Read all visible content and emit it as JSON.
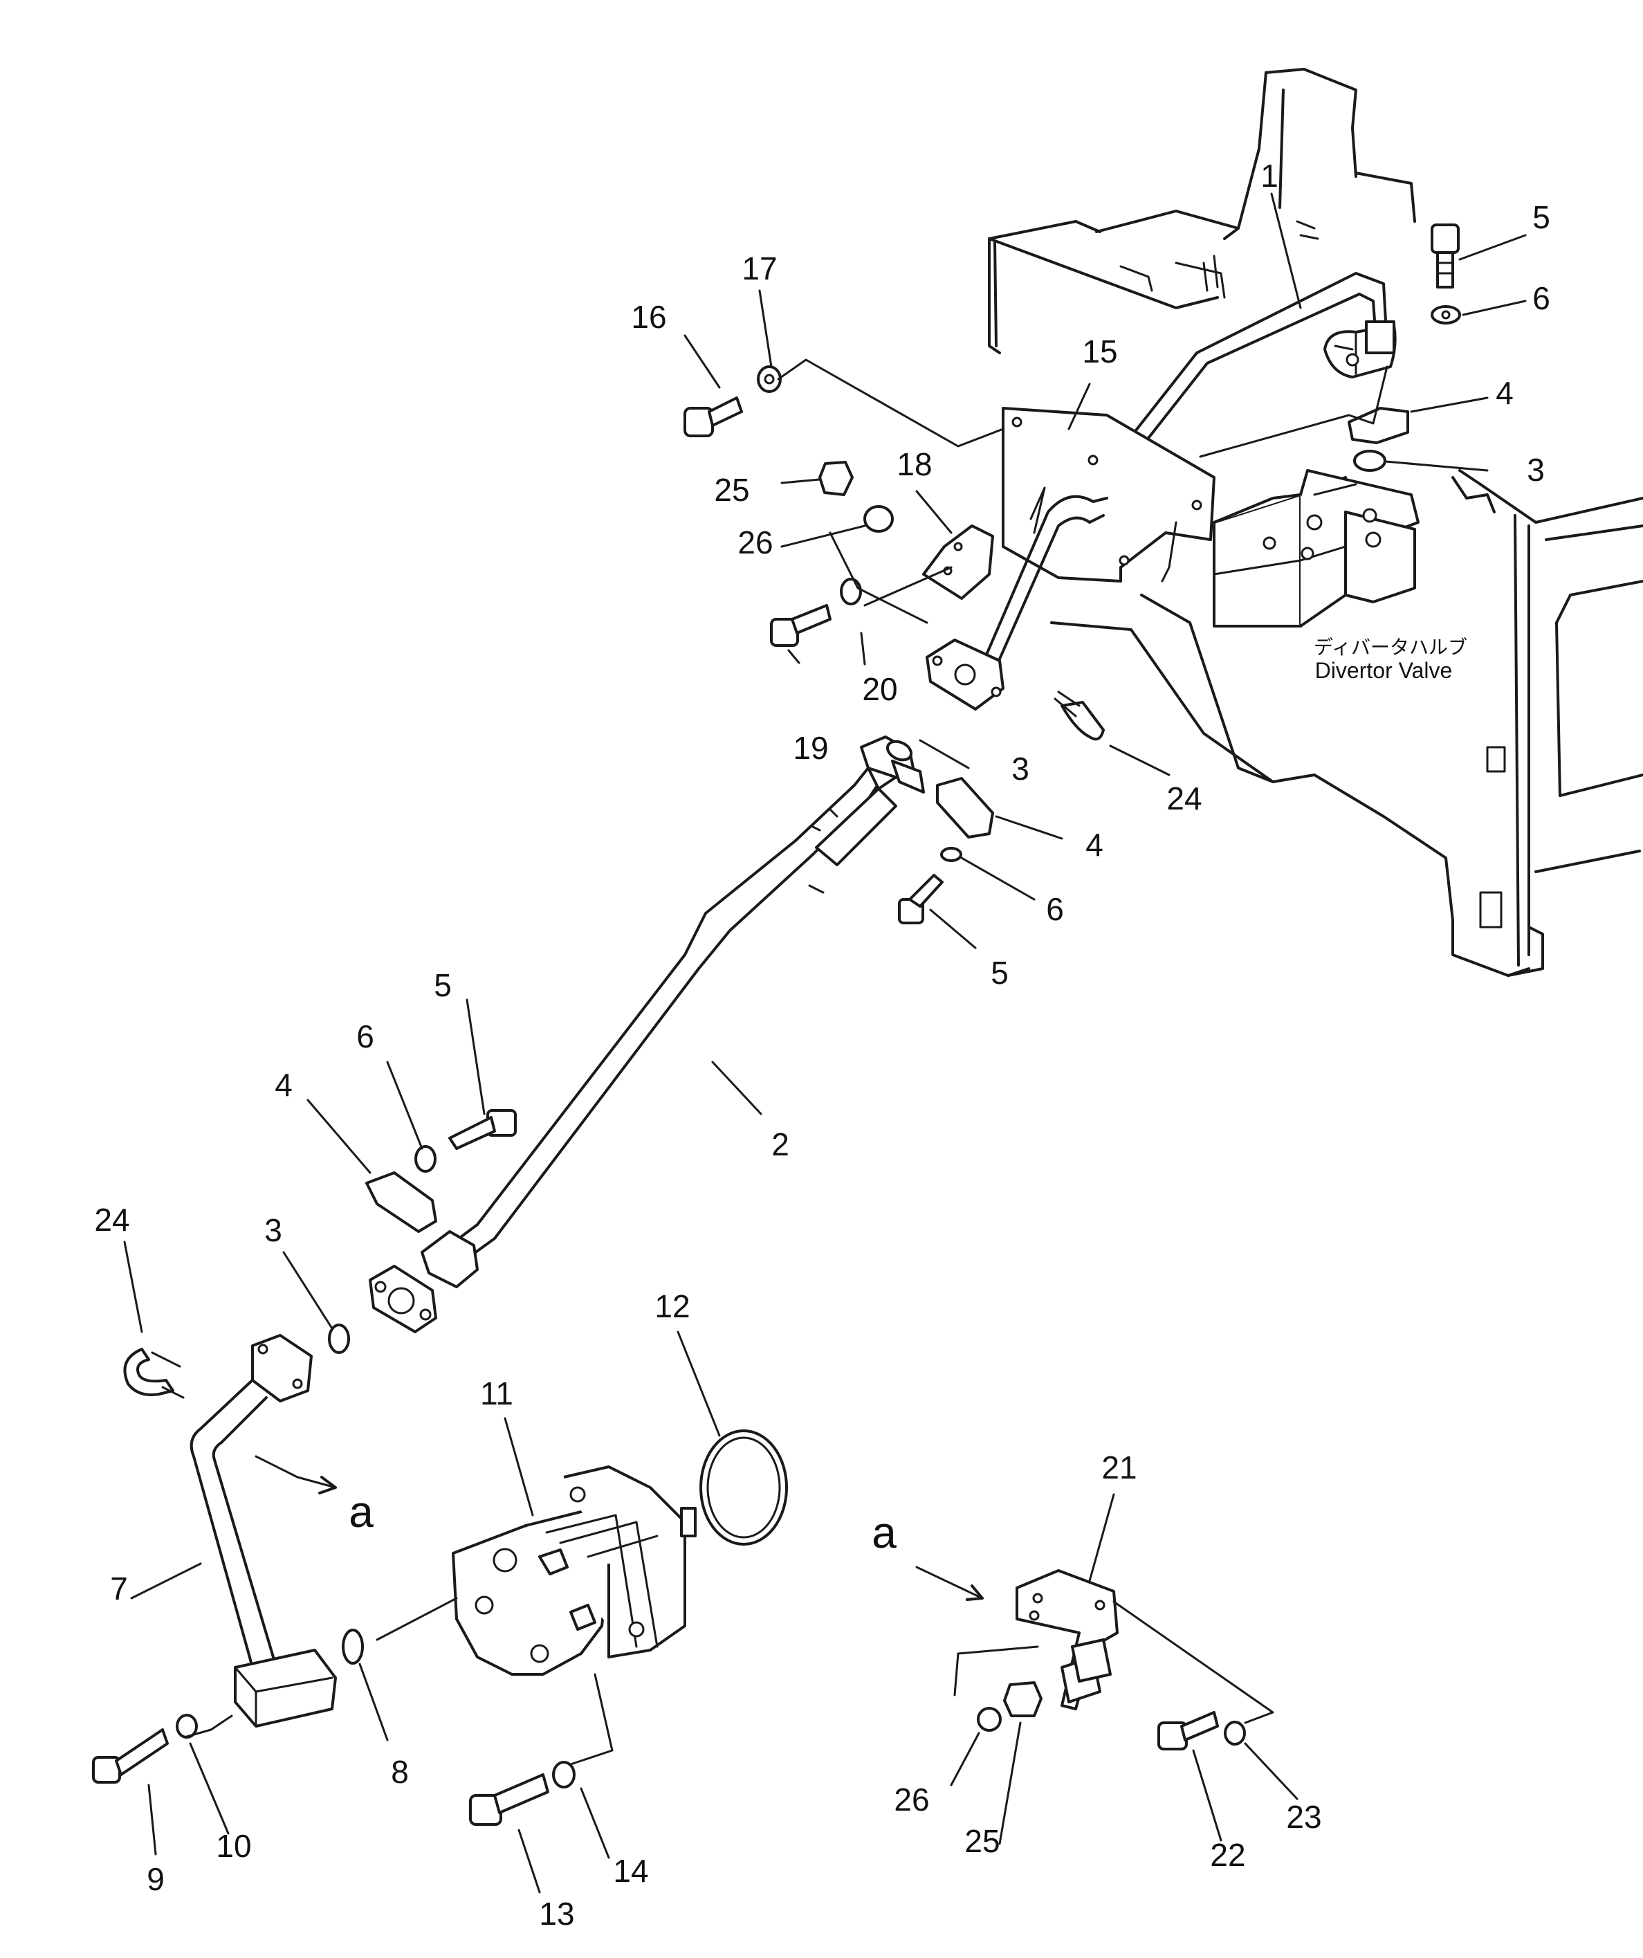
{
  "diagram": {
    "callouts": [
      {
        "id": "c1",
        "label": "1"
      },
      {
        "id": "c5a",
        "label": "5"
      },
      {
        "id": "c6a",
        "label": "6"
      },
      {
        "id": "c4a",
        "label": "4"
      },
      {
        "id": "c3a",
        "label": "3"
      },
      {
        "id": "c17",
        "label": "17"
      },
      {
        "id": "c16",
        "label": "16"
      },
      {
        "id": "c15",
        "label": "15"
      },
      {
        "id": "c18",
        "label": "18"
      },
      {
        "id": "c25a",
        "label": "25"
      },
      {
        "id": "c26a",
        "label": "26"
      },
      {
        "id": "c20",
        "label": "20"
      },
      {
        "id": "c19",
        "label": "19"
      },
      {
        "id": "c3b",
        "label": "3"
      },
      {
        "id": "c24a",
        "label": "24"
      },
      {
        "id": "c4b",
        "label": "4"
      },
      {
        "id": "c6b",
        "label": "6"
      },
      {
        "id": "c5b",
        "label": "5"
      },
      {
        "id": "c5c",
        "label": "5"
      },
      {
        "id": "c6c",
        "label": "6"
      },
      {
        "id": "c4c",
        "label": "4"
      },
      {
        "id": "c2",
        "label": "2"
      },
      {
        "id": "c24b",
        "label": "24"
      },
      {
        "id": "c3c",
        "label": "3"
      },
      {
        "id": "c12",
        "label": "12"
      },
      {
        "id": "c11",
        "label": "11"
      },
      {
        "id": "c21",
        "label": "21"
      },
      {
        "id": "c7",
        "label": "7"
      },
      {
        "id": "c8",
        "label": "8"
      },
      {
        "id": "c9",
        "label": "9"
      },
      {
        "id": "c10",
        "label": "10"
      },
      {
        "id": "c13",
        "label": "13"
      },
      {
        "id": "c14",
        "label": "14"
      },
      {
        "id": "c26b",
        "label": "26"
      },
      {
        "id": "c25b",
        "label": "25"
      },
      {
        "id": "c22",
        "label": "22"
      },
      {
        "id": "c23",
        "label": "23"
      }
    ],
    "view_marker": "a",
    "valve_label_jp": "ディバータハルブ",
    "valve_label_en": "Divertor Valve"
  }
}
